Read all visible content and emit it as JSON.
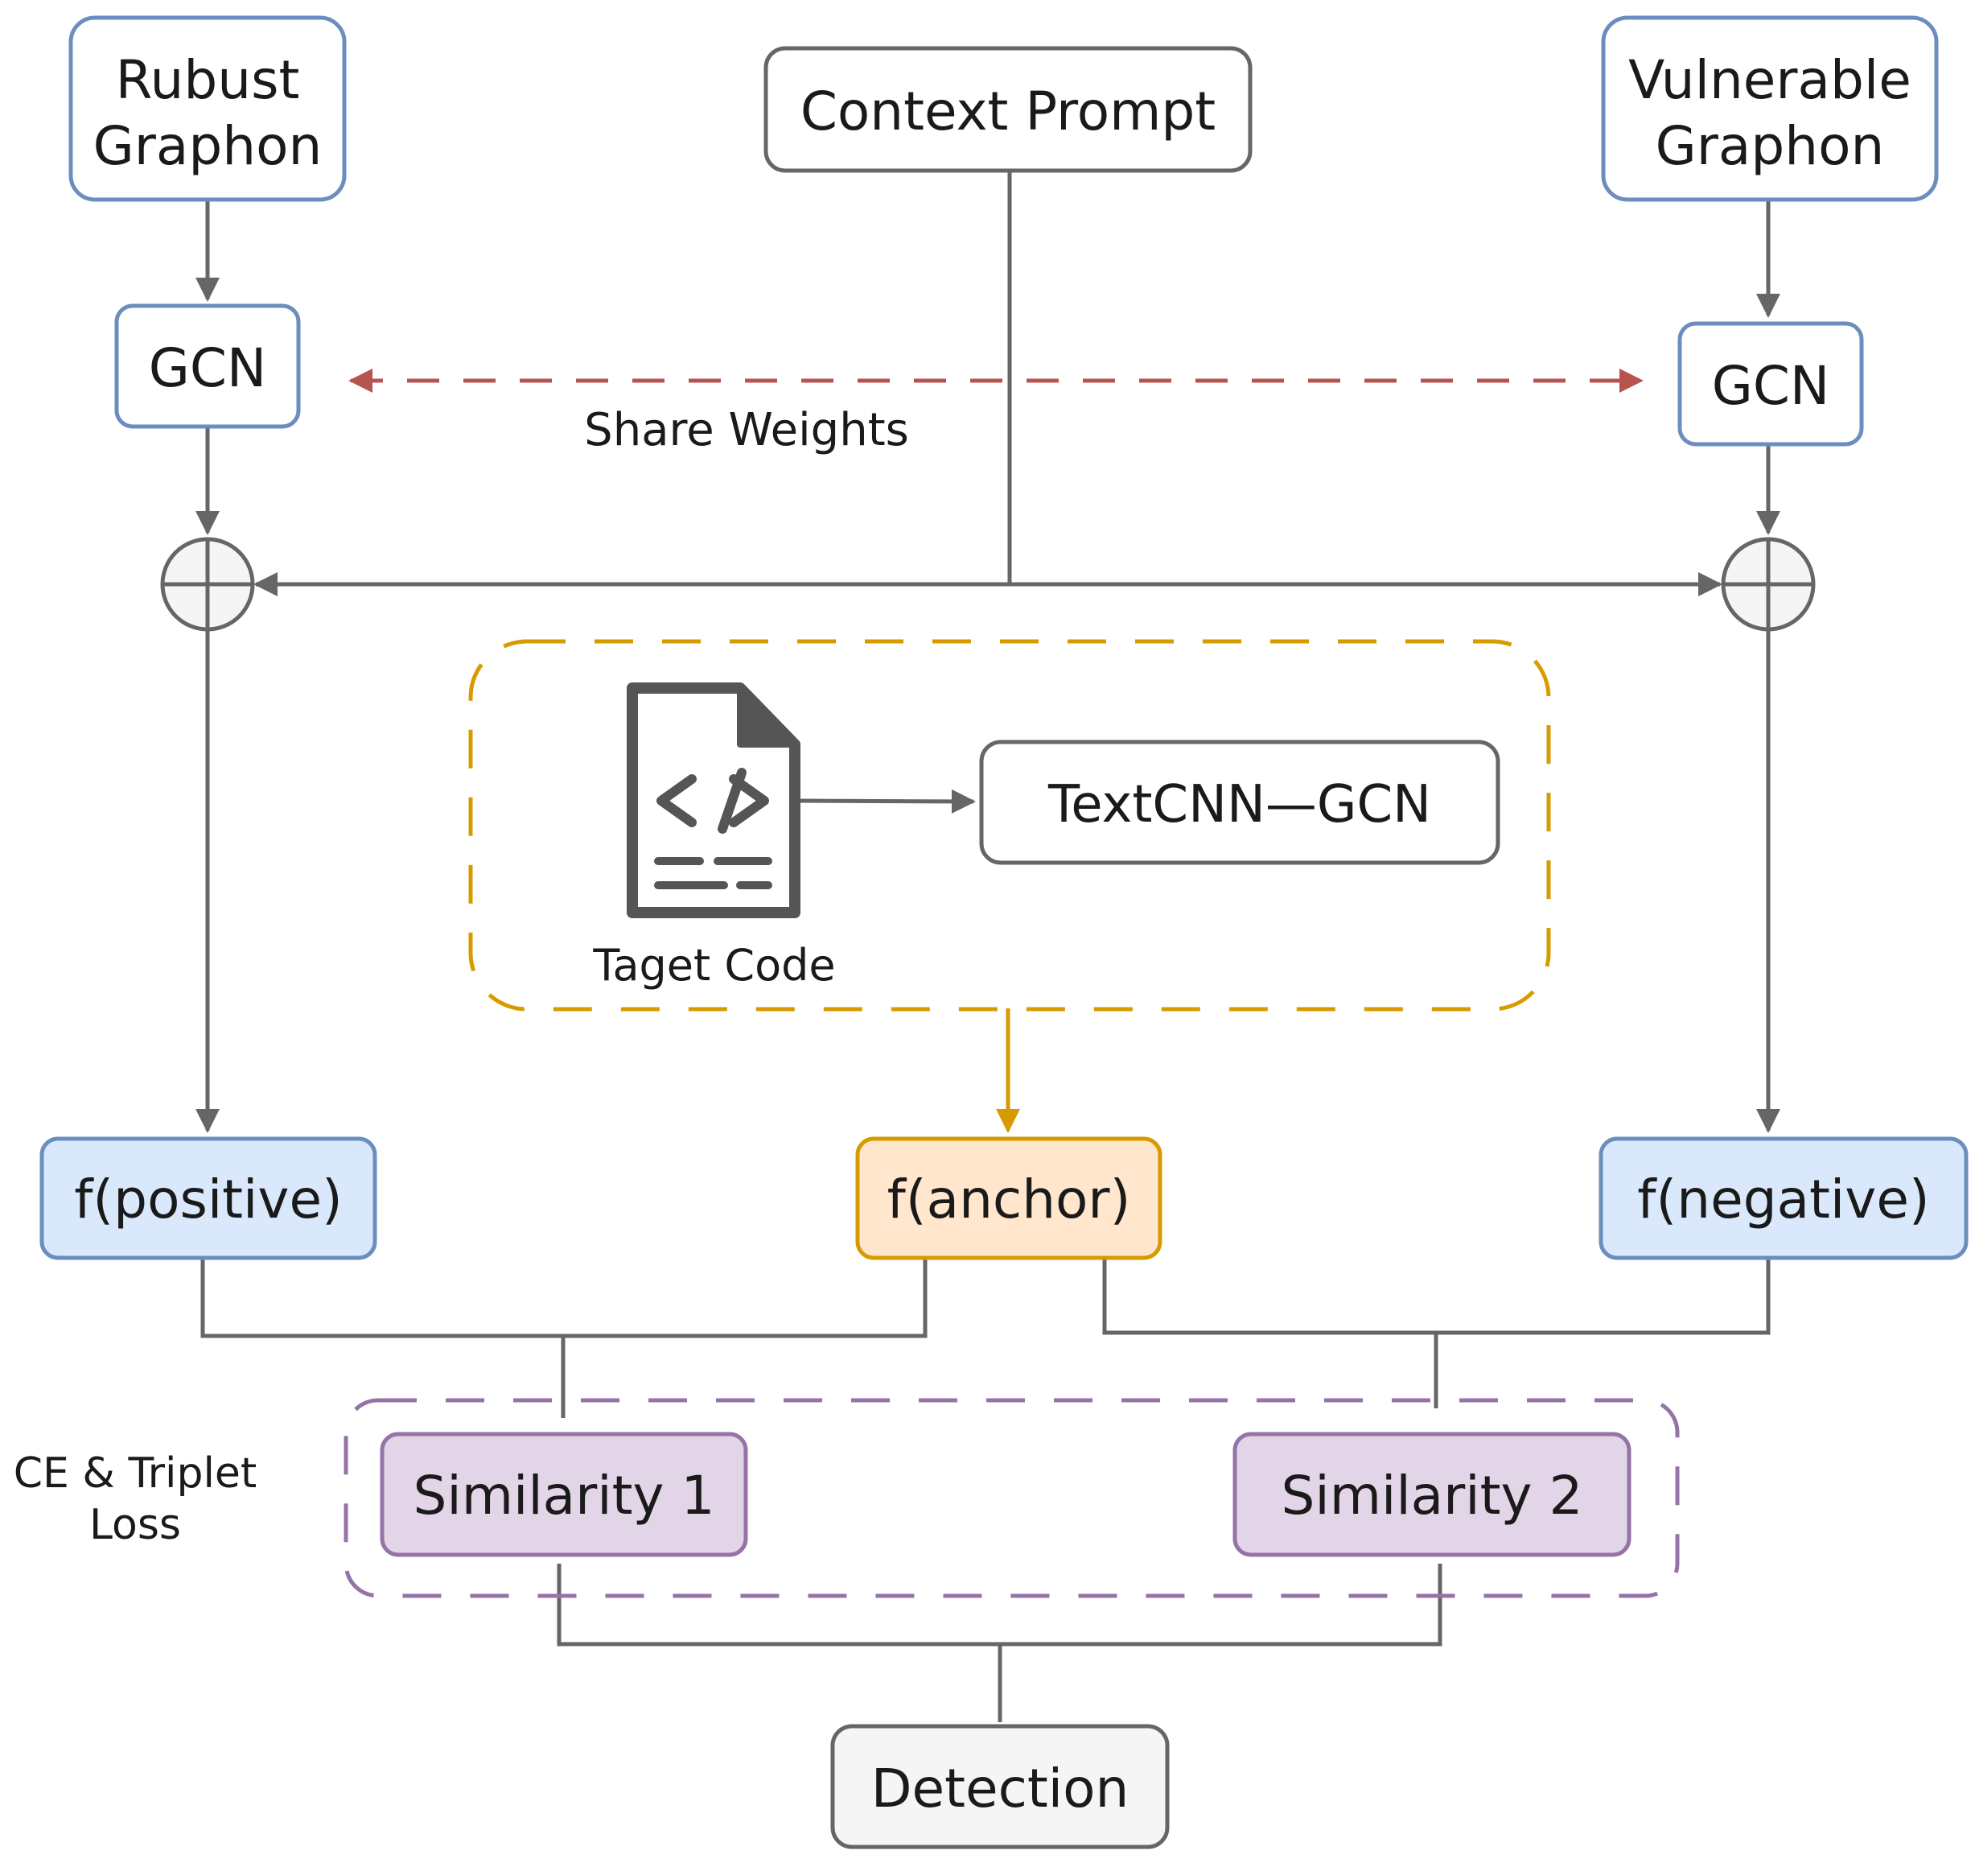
{
  "nodes": {
    "robust_graphon": {
      "line1": "Rubust",
      "line2": "Graphon"
    },
    "context_prompt": {
      "label": "Context Prompt"
    },
    "vulnerable_graphon": {
      "line1": "Vulnerable",
      "line2": "Graphon"
    },
    "gcn_left": {
      "label": "GCN"
    },
    "gcn_right": {
      "label": "GCN"
    },
    "textcnn_gcn": {
      "label": "TextCNN—GCN"
    },
    "target_code": {
      "label": "Taget Code"
    },
    "f_positive": {
      "label": "f(positive)"
    },
    "f_anchor": {
      "label": "f(anchor)"
    },
    "f_negative": {
      "label": "f(negative)"
    },
    "similarity_1": {
      "label": "Similarity 1"
    },
    "similarity_2": {
      "label": "Similarity 2"
    },
    "detection": {
      "label": "Detection"
    }
  },
  "annotations": {
    "share_weights": "Share Weights",
    "loss_line1": "CE & Triplet",
    "loss_line2": "Loss"
  },
  "colors": {
    "blue_border": "#6c8ebf",
    "blue_fill": "#dae8fc",
    "orange_border": "#d79b00",
    "orange_fill": "#ffe6cc",
    "purple_border": "#9673a6",
    "purple_fill": "#e1d5e7",
    "gray_border": "#666666",
    "gray_fill": "#f5f5f5",
    "red_dash": "#b85450",
    "line": "#666666"
  }
}
